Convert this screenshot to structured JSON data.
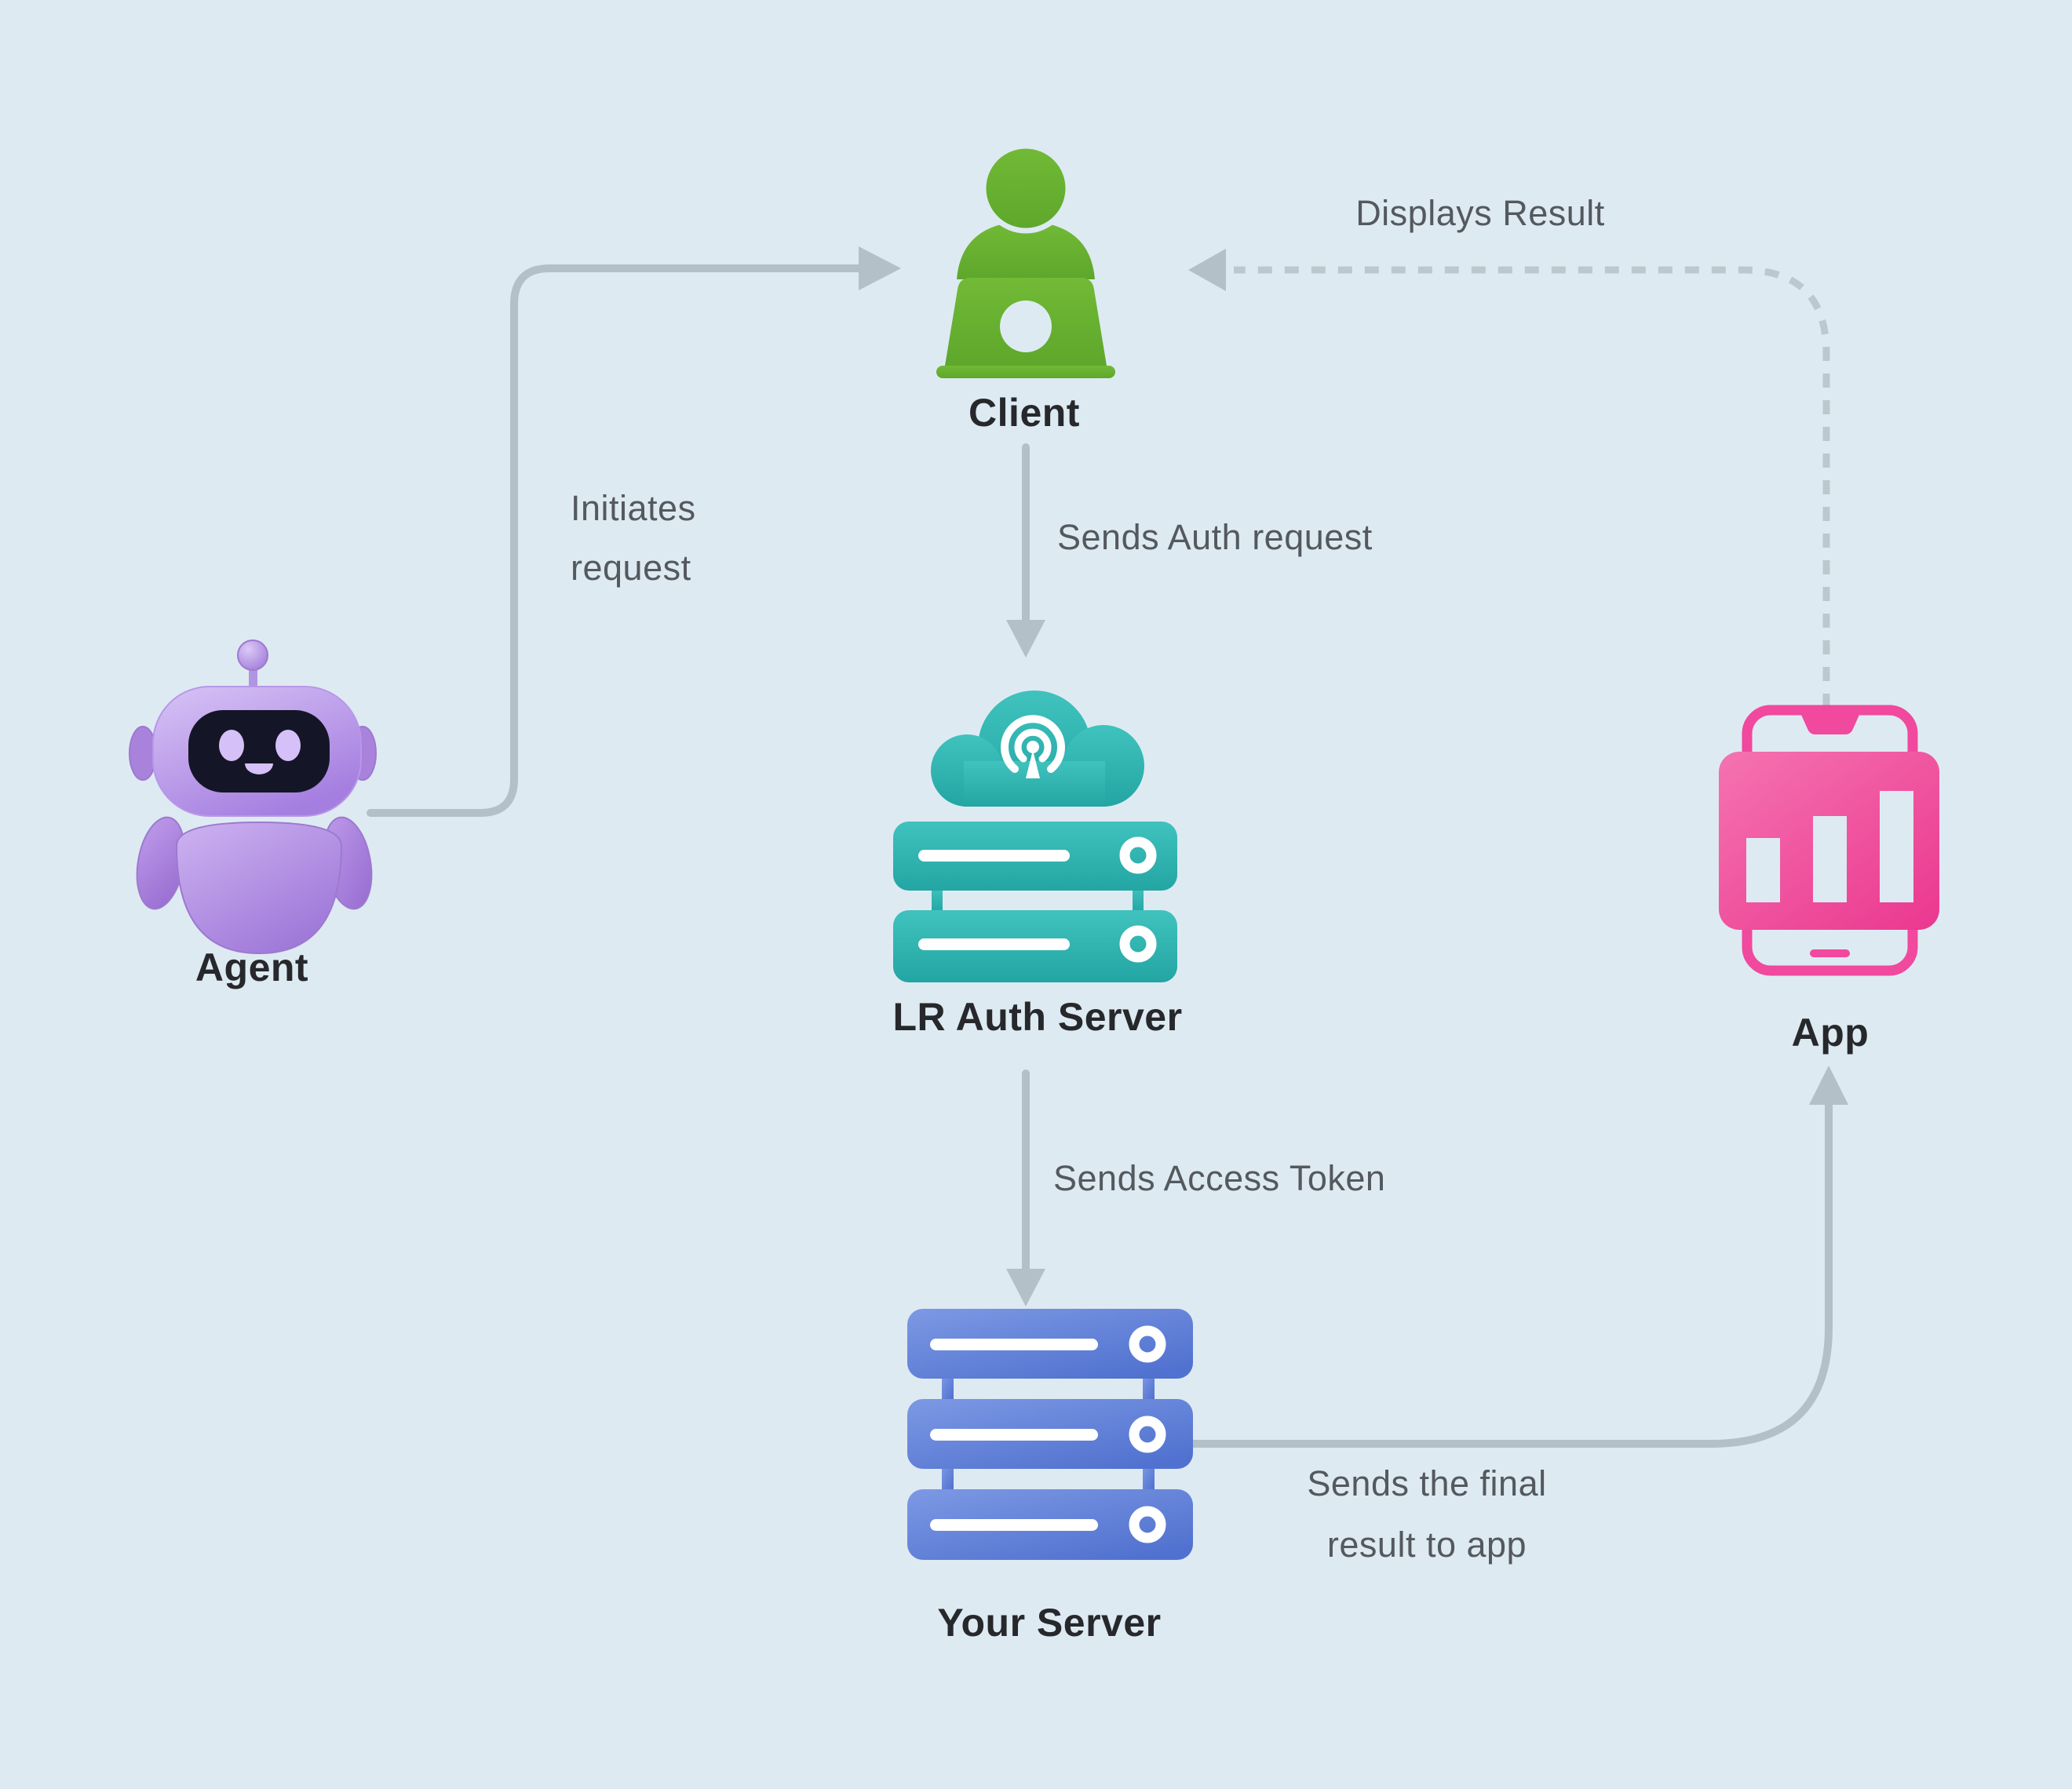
{
  "diagram": {
    "nodes": {
      "agent": {
        "label": "Agent",
        "icon": "robot-icon",
        "color": "#b793e8"
      },
      "client": {
        "label": "Client",
        "icon": "person-laptop-icon",
        "color": "#68b230"
      },
      "lr_auth_server": {
        "label": "LR Auth Server",
        "icon": "cloud-server-icon",
        "color": "#2eb3b0"
      },
      "your_server": {
        "label": "Your Server",
        "icon": "server-stack-icon",
        "color": "#5e80d6"
      },
      "app": {
        "label": "App",
        "icon": "mobile-app-chart-icon",
        "color": "#ee4196"
      }
    },
    "edges": {
      "initiates_request": {
        "label": "Initiates request",
        "from": "agent",
        "to": "client",
        "style": "solid"
      },
      "sends_auth_request": {
        "label": "Sends Auth request",
        "from": "client",
        "to": "lr_auth_server",
        "style": "solid"
      },
      "sends_access_token": {
        "label": "Sends Access Token",
        "from": "lr_auth_server",
        "to": "your_server",
        "style": "solid"
      },
      "sends_final_result": {
        "label": "Sends the final result to app",
        "from": "your_server",
        "to": "app",
        "style": "solid"
      },
      "displays_result": {
        "label": "Displays Result",
        "from": "app",
        "to": "client",
        "style": "dashed"
      }
    },
    "colors": {
      "bg": "#deeaf2",
      "line": "#b4c0c7",
      "line_dashed": "#bdc8ce",
      "edge_label": "#54595e",
      "node_label": "#26282c",
      "client_green": "#68b230",
      "auth_teal": "#2eb3b0",
      "server_blue": "#5e80d6",
      "app_pink": "#ee4196",
      "agent_purple": "#b793e8"
    }
  }
}
